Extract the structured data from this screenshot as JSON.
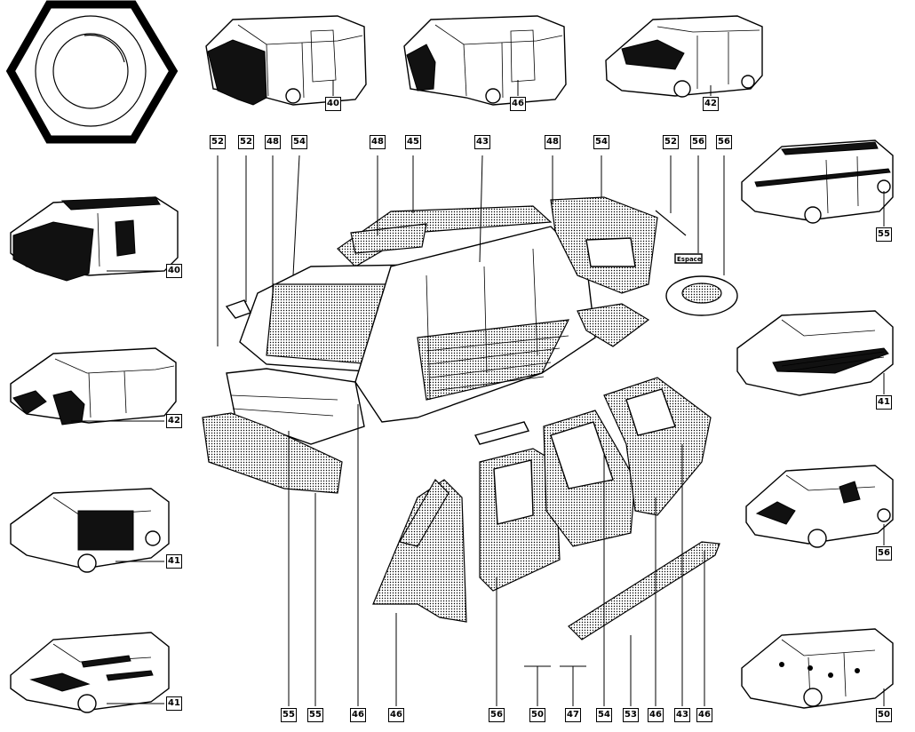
{
  "callouts": [
    {
      "id": "c40a",
      "label": "40"
    },
    {
      "id": "c46a",
      "label": "46"
    },
    {
      "id": "c42a",
      "label": "42"
    },
    {
      "id": "c52a",
      "label": "52"
    },
    {
      "id": "c52b",
      "label": "52"
    },
    {
      "id": "c48a",
      "label": "48"
    },
    {
      "id": "c54a",
      "label": "54"
    },
    {
      "id": "c48b",
      "label": "48"
    },
    {
      "id": "c45",
      "label": "45"
    },
    {
      "id": "c43a",
      "label": "43"
    },
    {
      "id": "c48c",
      "label": "48"
    },
    {
      "id": "c54b",
      "label": "54"
    },
    {
      "id": "c52c",
      "label": "52"
    },
    {
      "id": "c56a",
      "label": "56"
    },
    {
      "id": "c56b",
      "label": "56"
    },
    {
      "id": "c40b",
      "label": "40"
    },
    {
      "id": "c42b",
      "label": "42"
    },
    {
      "id": "c41a",
      "label": "41"
    },
    {
      "id": "c41b",
      "label": "41"
    },
    {
      "id": "c55r",
      "label": "55"
    },
    {
      "id": "c41r",
      "label": "41"
    },
    {
      "id": "c56r",
      "label": "56"
    },
    {
      "id": "c50r",
      "label": "50"
    },
    {
      "id": "c55b1",
      "label": "55"
    },
    {
      "id": "c55b2",
      "label": "55"
    },
    {
      "id": "c46b1",
      "label": "46"
    },
    {
      "id": "c46b2",
      "label": "46"
    },
    {
      "id": "c56b1",
      "label": "56"
    },
    {
      "id": "c50b",
      "label": "50"
    },
    {
      "id": "c47",
      "label": "47"
    },
    {
      "id": "c54b1",
      "label": "54"
    },
    {
      "id": "c53",
      "label": "53"
    },
    {
      "id": "c46b3",
      "label": "46"
    },
    {
      "id": "c43b",
      "label": "43"
    },
    {
      "id": "c46b4",
      "label": "46"
    }
  ],
  "badge_text": "Espace"
}
